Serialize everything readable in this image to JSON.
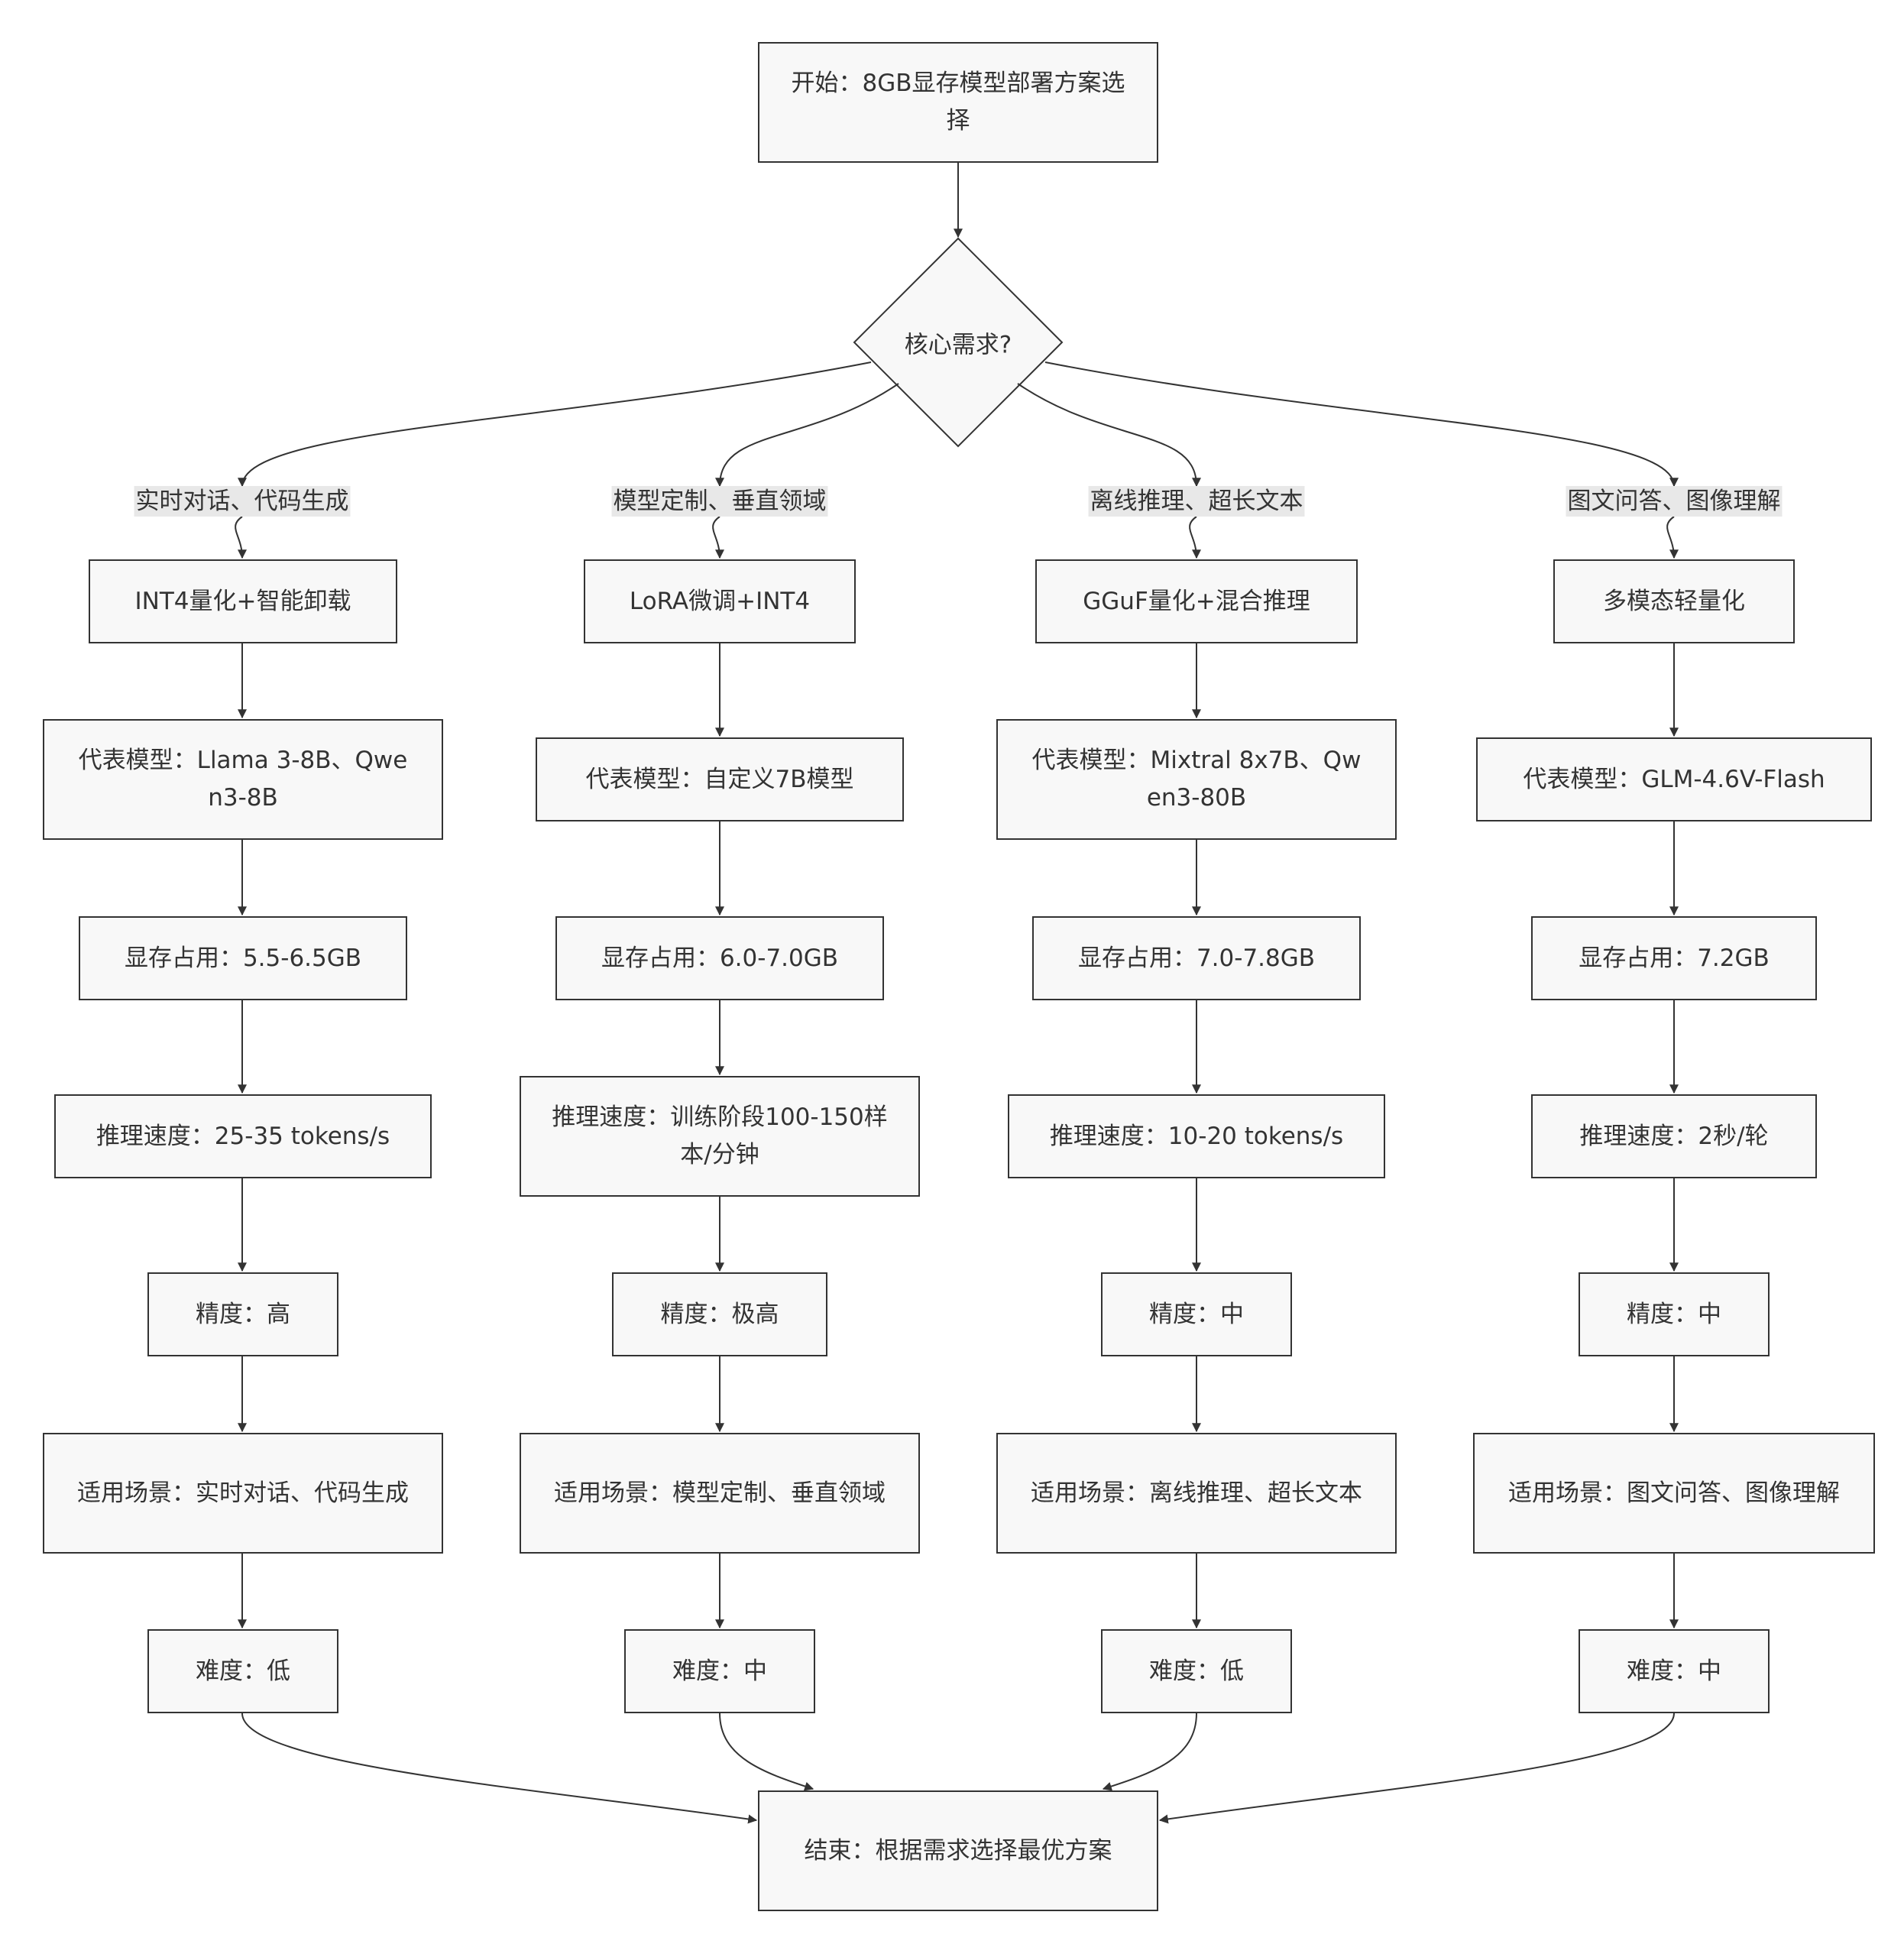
{
  "start": "开始：8GB显存模型部署方案选择",
  "decision": "核心需求?",
  "end": "结束：根据需求选择最优方案",
  "branches": [
    {
      "edge_label": "实时对话、代码生成",
      "method": "INT4量化+智能卸载",
      "model": "代表模型：Llama 3-8B、Qwen3-8B",
      "memory": "显存占用：5.5-6.5GB",
      "speed": "推理速度：25-35 tokens/s",
      "precision": "精度：高",
      "scenario": "适用场景：实时对话、代码生成",
      "difficulty": "难度：低"
    },
    {
      "edge_label": "模型定制、垂直领域",
      "method": "LoRA微调+INT4",
      "model": "代表模型：自定义7B模型",
      "memory": "显存占用：6.0-7.0GB",
      "speed": "推理速度：训练阶段100-150样本/分钟",
      "precision": "精度：极高",
      "scenario": "适用场景：模型定制、垂直领域",
      "difficulty": "难度：中"
    },
    {
      "edge_label": "离线推理、超长文本",
      "method": "GGuF量化+混合推理",
      "model": "代表模型：Mixtral 8x7B、Qwen3-80B",
      "memory": "显存占用：7.0-7.8GB",
      "speed": "推理速度：10-20 tokens/s",
      "precision": "精度：中",
      "scenario": "适用场景：离线推理、超长文本",
      "difficulty": "难度：低"
    },
    {
      "edge_label": "图文问答、图像理解",
      "method": "多模态轻量化",
      "model": "代表模型：GLM-4.6V-Flash",
      "memory": "显存占用：7.2GB",
      "speed": "推理速度：2秒/轮",
      "precision": "精度：中",
      "scenario": "适用场景：图文问答、图像理解",
      "difficulty": "难度：中"
    }
  ]
}
